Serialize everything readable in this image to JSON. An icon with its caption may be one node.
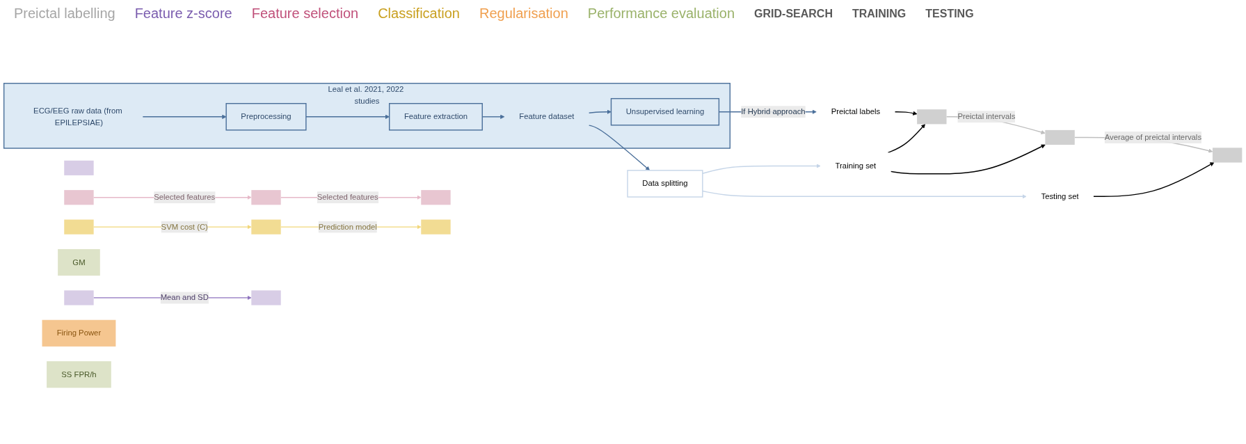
{
  "diagram": {
    "nodes": [
      {
        "text": [
          "Leal et al. 2021, 2022 studies"
        ]
      },
      {
        "text": [
          "ECG/EEG raw data (from EPILEPSIAE)"
        ],
        "in": 0
      },
      {
        "text": [
          "Unsupervised learning"
        ],
        "in": 0
      },
      {
        "text": [
          "Preprocessing"
        ],
        "in": 0
      },
      {
        "text": [
          "Feature extraction"
        ],
        "in": 0
      },
      {
        "text": [
          "Feature dataset"
        ],
        "in": 0
      },
      {
        "text": [
          "Preictal labels"
        ]
      },
      {
        "text": [
          "Training set"
        ]
      },
      {
        "text": [
          "Data splitting"
        ]
      },
      {
        "text": [
          "Testing set"
        ]
      },
      {
        "text": [],
        "shape": "box"
      },
      {
        "text": [],
        "shape": "box"
      },
      {
        "text": [],
        "shape": "box"
      },
      {
        "text": [],
        "shape": "box"
      },
      {
        "text": [
          "GM"
        ]
      },
      {
        "text": [],
        "shape": "box"
      },
      {
        "text": [],
        "shape": "box"
      },
      {
        "text": [],
        "shape": "box"
      },
      {
        "text": [],
        "shape": "box"
      },
      {
        "text": [],
        "shape": "box"
      },
      {
        "text": [],
        "shape": "box"
      },
      {
        "text": [],
        "shape": "box"
      },
      {
        "text": [],
        "shape": "box"
      },
      {
        "text": [
          "Firing Power"
        ]
      },
      {
        "text": [
          "SS FPR/h"
        ]
      }
    ],
    "edges": [
      {
        "from": 1,
        "to": 3,
        "arrow": "to"
      },
      {
        "from": 3,
        "to": 4,
        "arrow": "to"
      },
      {
        "from": 4,
        "to": 5,
        "arrow": "to"
      },
      {
        "from": 5,
        "to": 2,
        "arrow": "to"
      },
      {
        "from": 5,
        "to": 8,
        "arrow": "to"
      },
      {
        "from": 2,
        "to": 6,
        "arrow": "to",
        "label": "If Hybrid approach"
      },
      {
        "from": 8,
        "to": 7,
        "arrow": "to",
        "color": "#c5d5e8"
      },
      {
        "from": 8,
        "to": 9,
        "arrow": "to",
        "color": "#c5d5e8"
      },
      {
        "from": 6,
        "to": 10,
        "arrow": "to",
        "color": "#000000"
      },
      {
        "from": 7,
        "to": 10,
        "arrow": "to",
        "color": "#000000"
      },
      {
        "from": 7,
        "to": 15,
        "arrow": "to",
        "color": "#000000"
      },
      {
        "from": 9,
        "to": 19,
        "arrow": "to",
        "color": "#000000"
      },
      {
        "from": 10,
        "to": 15,
        "arrow": "to",
        "label": "Preictal intervals",
        "color": "#bfbfbf"
      },
      {
        "from": 15,
        "to": 19,
        "arrow": "to",
        "label": "Average of preictal intervals",
        "color": "#bfbfbf"
      },
      {
        "from": 16,
        "to": 20,
        "arrow": "to",
        "label": "Mean and SD",
        "color": "#8e72be"
      },
      {
        "from": 12,
        "to": 17,
        "arrow": "to",
        "label": "Selected features",
        "color": "#e6b8c8"
      },
      {
        "from": 17,
        "to": 21,
        "arrow": "to",
        "label": "Selected features",
        "color": "#e6b8c8"
      },
      {
        "from": 13,
        "to": 18,
        "arrow": "to",
        "label": "SVM cost (C)",
        "color": "#f2d77a"
      },
      {
        "from": 18,
        "to": 22,
        "arrow": "to",
        "label": "Prediction model",
        "color": "#f2d77a"
      }
    ],
    "labels": [
      "Preictal labelling",
      "Feature z-score",
      "Feature selection",
      "Classification",
      "Regularisation",
      "Performance evaluation",
      "GRID-SEARCH",
      "TRAINING",
      "TESTING"
    ]
  }
}
